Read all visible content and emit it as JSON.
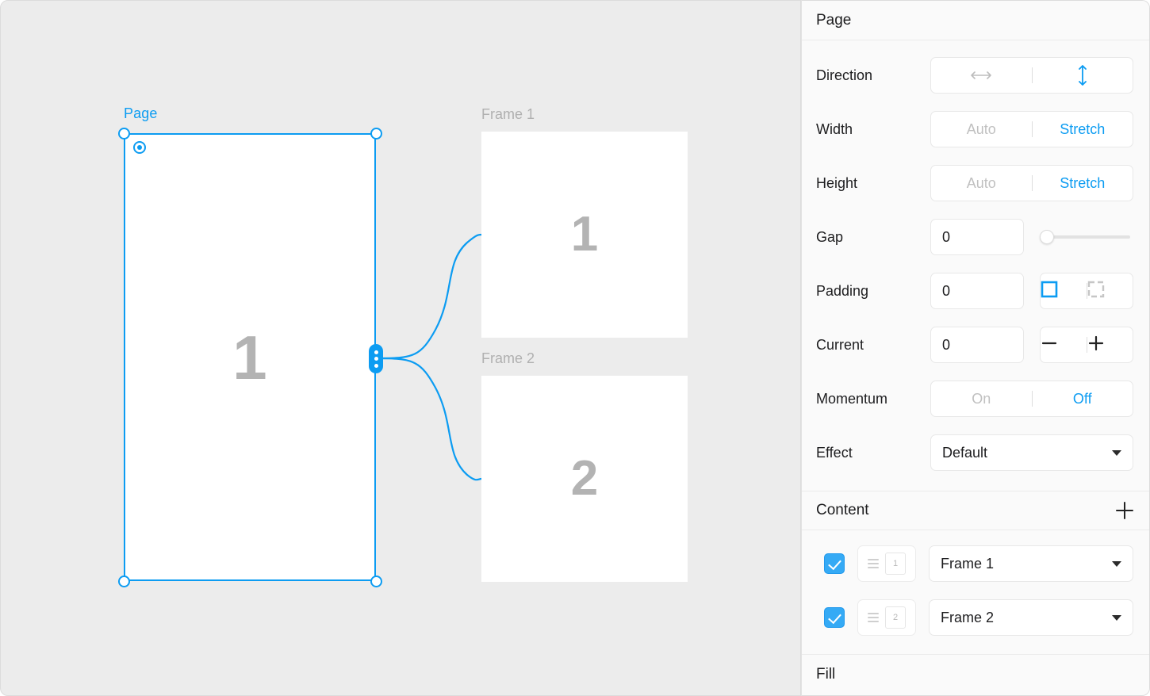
{
  "canvas": {
    "selection": {
      "label": "Page",
      "content_number": "1",
      "accent_color": "#0c9cf2"
    },
    "frames": [
      {
        "label": "Frame 1",
        "content_number": "1"
      },
      {
        "label": "Frame 2",
        "content_number": "2"
      }
    ]
  },
  "panel": {
    "header": {
      "title": "Page"
    },
    "properties": [
      {
        "label": "Direction",
        "type": "segmented-icons",
        "options": [
          {
            "name": "horizontal",
            "icon": "arrows-horizontal-icon",
            "state": "off"
          },
          {
            "name": "vertical",
            "icon": "arrows-vertical-icon",
            "state": "on"
          }
        ]
      },
      {
        "label": "Width",
        "type": "segmented-text",
        "options": [
          {
            "label": "Auto",
            "state": "off"
          },
          {
            "label": "Stretch",
            "state": "on"
          }
        ]
      },
      {
        "label": "Height",
        "type": "segmented-text",
        "options": [
          {
            "label": "Auto",
            "state": "off"
          },
          {
            "label": "Stretch",
            "state": "on"
          }
        ]
      },
      {
        "label": "Gap",
        "type": "number-slider",
        "value": "0",
        "slider_position_percent": 0
      },
      {
        "label": "Padding",
        "type": "number-segmented-icons",
        "value": "0",
        "options": [
          {
            "name": "padding-uniform",
            "icon": "square-solid-icon",
            "state": "on"
          },
          {
            "name": "padding-individual",
            "icon": "square-dashed-icon",
            "state": "off"
          }
        ]
      },
      {
        "label": "Current",
        "type": "number-stepper",
        "value": "0",
        "options": [
          {
            "name": "decrement",
            "icon": "minus-icon"
          },
          {
            "name": "increment",
            "icon": "plus-icon"
          }
        ]
      },
      {
        "label": "Momentum",
        "type": "segmented-text",
        "options": [
          {
            "label": "On",
            "state": "off"
          },
          {
            "label": "Off",
            "state": "on"
          }
        ]
      },
      {
        "label": "Effect",
        "type": "select",
        "value": "Default"
      }
    ],
    "content_section": {
      "title": "Content",
      "add_icon": "plus-icon",
      "rows": [
        {
          "checked": true,
          "ordinal": "1",
          "value": "Frame 1"
        },
        {
          "checked": true,
          "ordinal": "2",
          "value": "Frame 2"
        }
      ]
    },
    "fill_section": {
      "title": "Fill"
    }
  }
}
